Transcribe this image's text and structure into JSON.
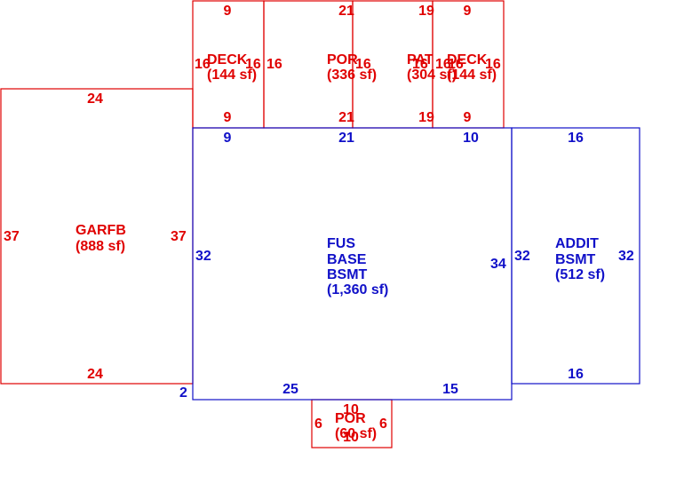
{
  "colors": {
    "red": "#e00000",
    "blue": "#1010c8"
  },
  "areas": [
    {
      "key": "deck_left",
      "color": "red",
      "name": "DECK",
      "area": "(144 sf)",
      "dims": [
        "9",
        "9",
        "16",
        "16"
      ]
    },
    {
      "key": "porch_top",
      "color": "red",
      "name": "POR",
      "area": "(336 sf)",
      "dims": [
        "21",
        "21",
        "16",
        "16"
      ]
    },
    {
      "key": "patio",
      "color": "red",
      "name": "PAT",
      "area": "(304 sf)",
      "dims": [
        "19",
        "19",
        "16",
        "16"
      ]
    },
    {
      "key": "deck_right",
      "color": "red",
      "name": "DECK",
      "area": "(144 sf)",
      "dims": [
        "9",
        "9",
        "16",
        "16"
      ]
    },
    {
      "key": "garage",
      "color": "red",
      "name": "GARFB",
      "area": "(888 sf)",
      "dims": [
        "24",
        "24",
        "37",
        "37"
      ]
    },
    {
      "key": "main",
      "color": "blue",
      "name": "FUS",
      "name2": "BASE",
      "name3": "BSMT",
      "area": "(1,360 sf)",
      "dims": [
        "9",
        "21",
        "10",
        "32",
        "34",
        "2",
        "25",
        "15"
      ]
    },
    {
      "key": "addition",
      "color": "blue",
      "name": "ADDIT",
      "name2": "BSMT",
      "area": "(512 sf)",
      "dims": [
        "16",
        "16",
        "32",
        "32"
      ]
    },
    {
      "key": "porch_bottom",
      "color": "red",
      "name": "POR",
      "area": "(60 sf)",
      "dims": [
        "10",
        "10",
        "6",
        "6"
      ]
    }
  ]
}
